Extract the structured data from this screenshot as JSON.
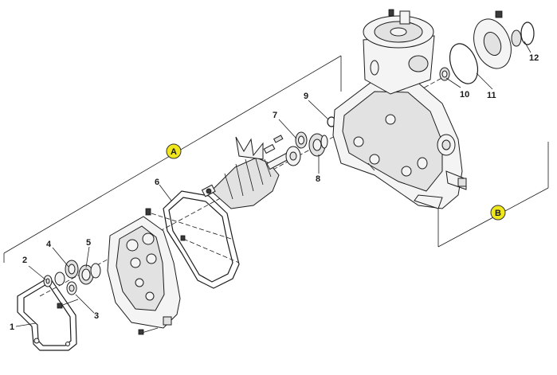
{
  "diagram": {
    "part_labels": [
      "1",
      "2",
      "3",
      "4",
      "5",
      "6",
      "7",
      "8",
      "9",
      "10",
      "11",
      "12"
    ],
    "callouts": {
      "a": "A",
      "b": "B"
    },
    "colors": {
      "callout_fill": "#f0e61c",
      "line": "#1a1a1a",
      "part_fill": "#f4f4f4"
    }
  }
}
